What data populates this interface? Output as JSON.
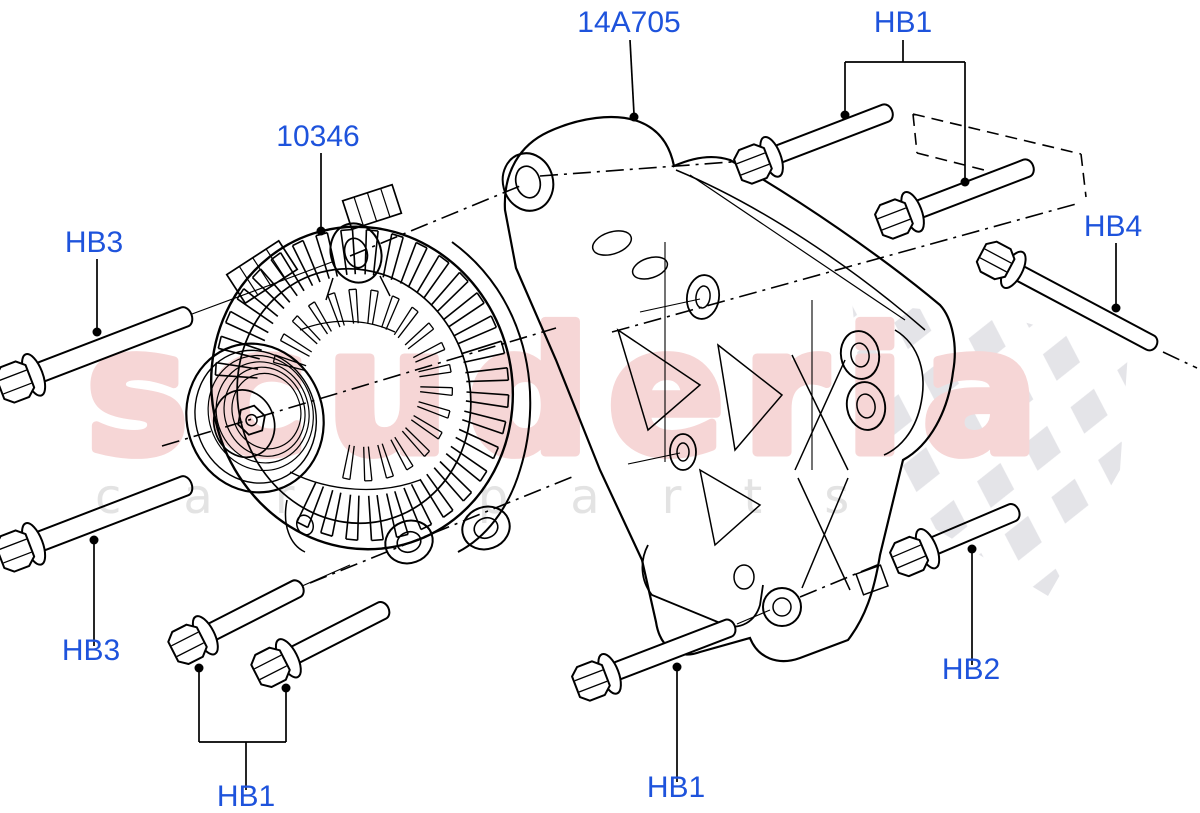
{
  "watermark": {
    "brand": "scuderia",
    "tagline": "car parts"
  },
  "callouts": [
    {
      "id": "alternator",
      "text": "10346"
    },
    {
      "id": "mounting-bracket",
      "text": "14A705"
    },
    {
      "id": "hb1-top-right",
      "text": "HB1"
    },
    {
      "id": "hb4-right",
      "text": "HB4"
    },
    {
      "id": "hb3-top-left",
      "text": "HB3"
    },
    {
      "id": "hb3-bottom-left",
      "text": "HB3"
    },
    {
      "id": "hb1-bottom-left",
      "text": "HB1"
    },
    {
      "id": "hb1-bottom-middle",
      "text": "HB1"
    },
    {
      "id": "hb2-bottom-right",
      "text": "HB2"
    }
  ],
  "colors": {
    "callout_text": "#1e53dc",
    "line_art": "#000000",
    "watermark_brand": "#f6d6d6",
    "watermark_tagline": "#e3e3e3",
    "checker": "#e4e4e8",
    "background": "#ffffff"
  }
}
